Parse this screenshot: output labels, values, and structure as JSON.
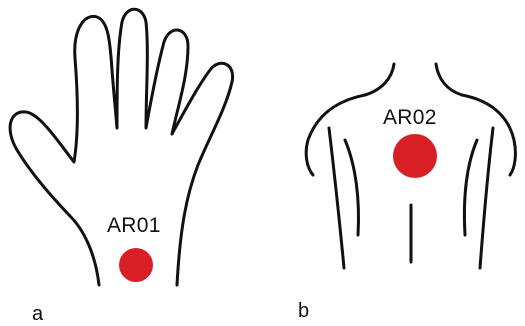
{
  "colors": {
    "outline": "#111111",
    "marker": "#d81f26",
    "background": "#ffffff"
  },
  "panels": [
    {
      "id": "a",
      "label": "a",
      "subject": "hand",
      "marker_label": "AR01"
    },
    {
      "id": "b",
      "label": "b",
      "subject": "upper-back",
      "marker_label": "AR02"
    }
  ]
}
